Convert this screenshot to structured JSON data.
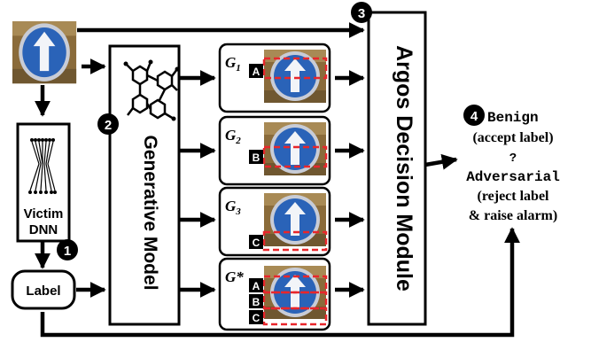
{
  "victim": {
    "line1": "Victim",
    "line2": "DNN"
  },
  "label_box": "Label",
  "generative_model": "Generative Model",
  "decision_module": "Argos Decision Module",
  "badges": {
    "b1": "1",
    "b2": "2",
    "b3": "3",
    "b4": "4"
  },
  "generators": [
    {
      "name": "G",
      "sub": "1",
      "regions": [
        "A"
      ]
    },
    {
      "name": "G",
      "sub": "2",
      "regions": [
        "B"
      ]
    },
    {
      "name": "G",
      "sub": "3",
      "regions": [
        "C"
      ]
    },
    {
      "name": "G*",
      "sub": "",
      "regions": [
        "A",
        "B",
        "C"
      ]
    }
  ],
  "outcome": {
    "benign": "Benign",
    "benign_note": "(accept label)",
    "question": "?",
    "adversarial": "Adversarial",
    "adv_note1": "(reject label",
    "adv_note2": "& raise alarm)"
  },
  "colors": {
    "black": "#000000",
    "sign_blue": "#2a63b8",
    "sign_border": "#c8ccd6",
    "arrow_white": "#f2f4f8",
    "bg_brown": "#8a6b3a",
    "dashed_red": "#e8262b"
  }
}
